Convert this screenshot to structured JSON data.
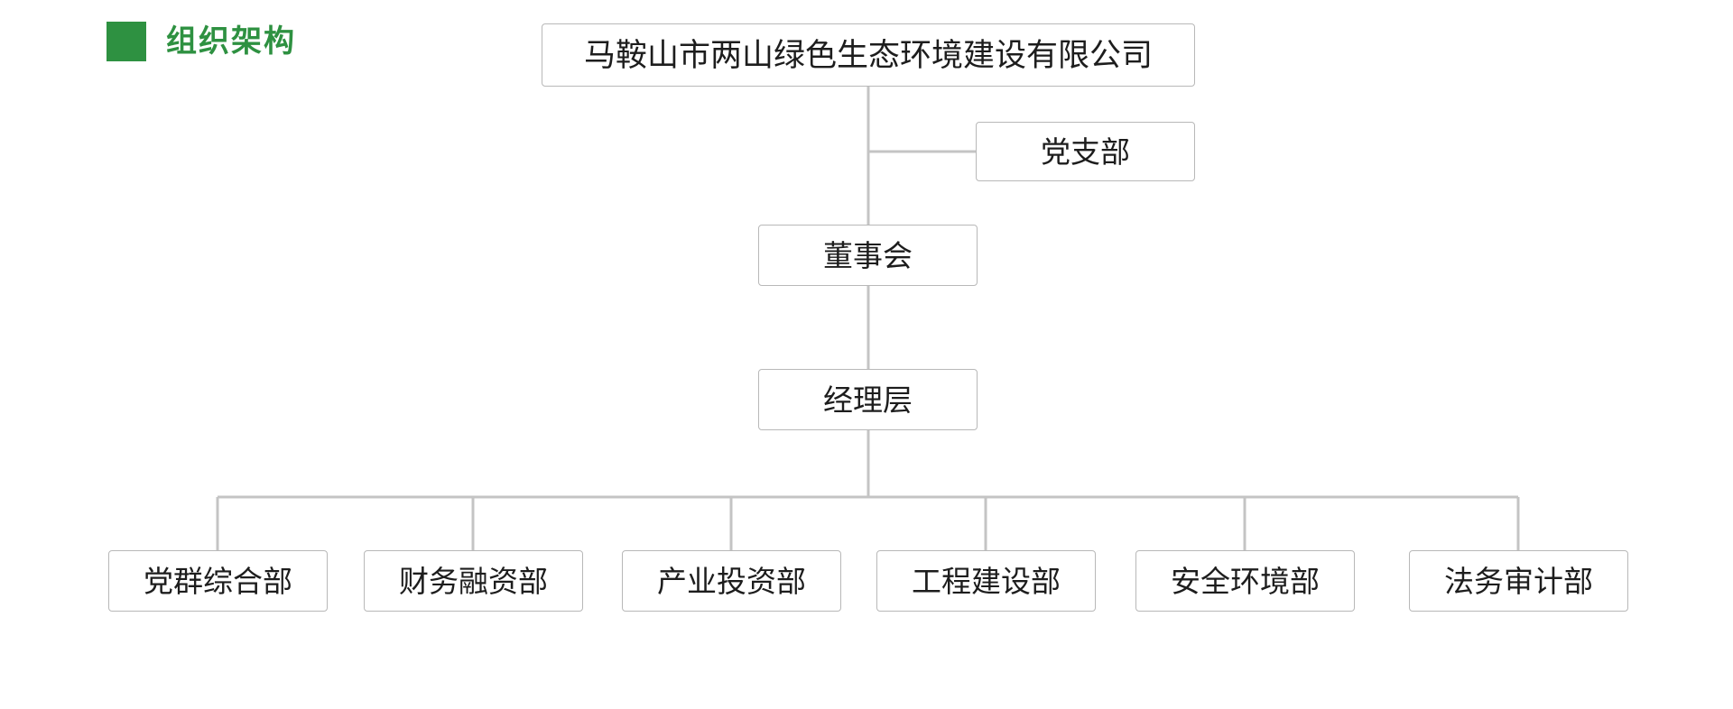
{
  "header": {
    "title": "组织架构",
    "accent_color": "#2e9141",
    "swatch_name": "green-square-marker"
  },
  "colors": {
    "accent": "#2e9141",
    "box_border": "#b8b8b8",
    "connector_line": "#b8b8b8",
    "text": "#1d1d1d",
    "background": "#ffffff"
  },
  "chart_data": {
    "type": "diagram",
    "diagram_type": "organizational-chart",
    "title": "组织架构",
    "nodes": [
      {
        "id": "root",
        "label": "马鞍山市两山绿色生态环境建设有限公司",
        "level": 0
      },
      {
        "id": "party",
        "label": "党支部",
        "level": 1
      },
      {
        "id": "board",
        "label": "董事会",
        "level": 1
      },
      {
        "id": "mgmt",
        "label": "经理层",
        "level": 2
      },
      {
        "id": "d0",
        "label": "党群综合部",
        "level": 3
      },
      {
        "id": "d1",
        "label": "财务融资部",
        "level": 3
      },
      {
        "id": "d2",
        "label": "产业投资部",
        "level": 3
      },
      {
        "id": "d3",
        "label": "工程建设部",
        "level": 3
      },
      {
        "id": "d4",
        "label": "安全环境部",
        "level": 3
      },
      {
        "id": "d5",
        "label": "法务审计部",
        "level": 3
      }
    ],
    "edges": [
      {
        "from": "root",
        "to": "party"
      },
      {
        "from": "root",
        "to": "board"
      },
      {
        "from": "board",
        "to": "mgmt"
      },
      {
        "from": "mgmt",
        "to": "d0"
      },
      {
        "from": "mgmt",
        "to": "d1"
      },
      {
        "from": "mgmt",
        "to": "d2"
      },
      {
        "from": "mgmt",
        "to": "d3"
      },
      {
        "from": "mgmt",
        "to": "d4"
      },
      {
        "from": "mgmt",
        "to": "d5"
      }
    ]
  },
  "root": {
    "label": "马鞍山市两山绿色生态环境建设有限公司"
  },
  "party": {
    "label": "党支部"
  },
  "board": {
    "label": "董事会"
  },
  "management": {
    "label": "经理层"
  },
  "departments": [
    {
      "label": "党群综合部"
    },
    {
      "label": "财务融资部"
    },
    {
      "label": "产业投资部"
    },
    {
      "label": "工程建设部"
    },
    {
      "label": "安全环境部"
    },
    {
      "label": "法务审计部"
    }
  ]
}
